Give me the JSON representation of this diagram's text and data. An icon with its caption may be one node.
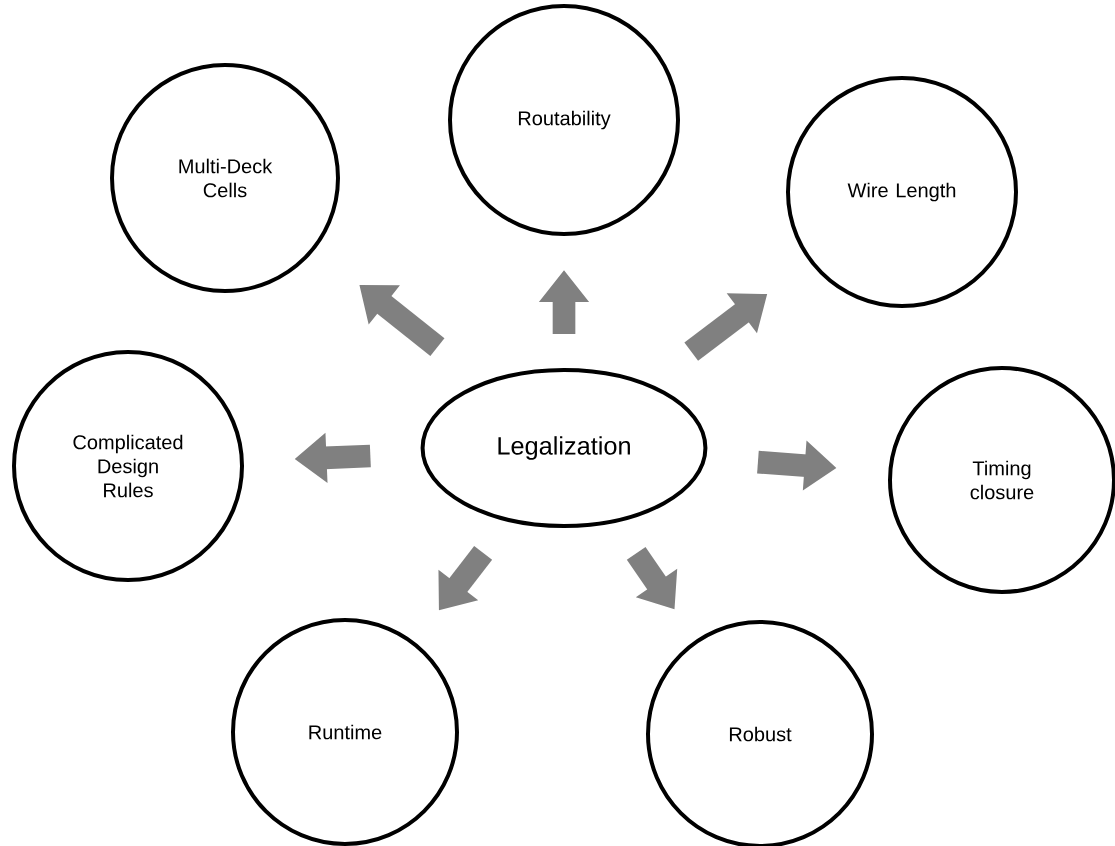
{
  "diagram": {
    "nodes": [
      {
        "text": [
          "Legalization"
        ]
      },
      {
        "text": [
          "Routability"
        ]
      },
      {
        "text": [
          "Multi-Deck Cells"
        ]
      },
      {
        "text": [
          "Wire Length"
        ]
      },
      {
        "text": [
          "Complicated Design Rules"
        ]
      },
      {
        "text": [
          "Timing closure"
        ]
      },
      {
        "text": [
          "Runtime"
        ]
      },
      {
        "text": [
          "Robust"
        ]
      }
    ],
    "edges": [
      {
        "from": 0,
        "to": 1,
        "arrow": "to"
      },
      {
        "from": 0,
        "to": 2,
        "arrow": "to"
      },
      {
        "from": 0,
        "to": 3,
        "arrow": "to"
      },
      {
        "from": 0,
        "to": 4,
        "arrow": "to"
      },
      {
        "from": 0,
        "to": 5,
        "arrow": "to"
      },
      {
        "from": 0,
        "to": 6,
        "arrow": "to"
      },
      {
        "from": 0,
        "to": 7,
        "arrow": "to"
      }
    ]
  }
}
